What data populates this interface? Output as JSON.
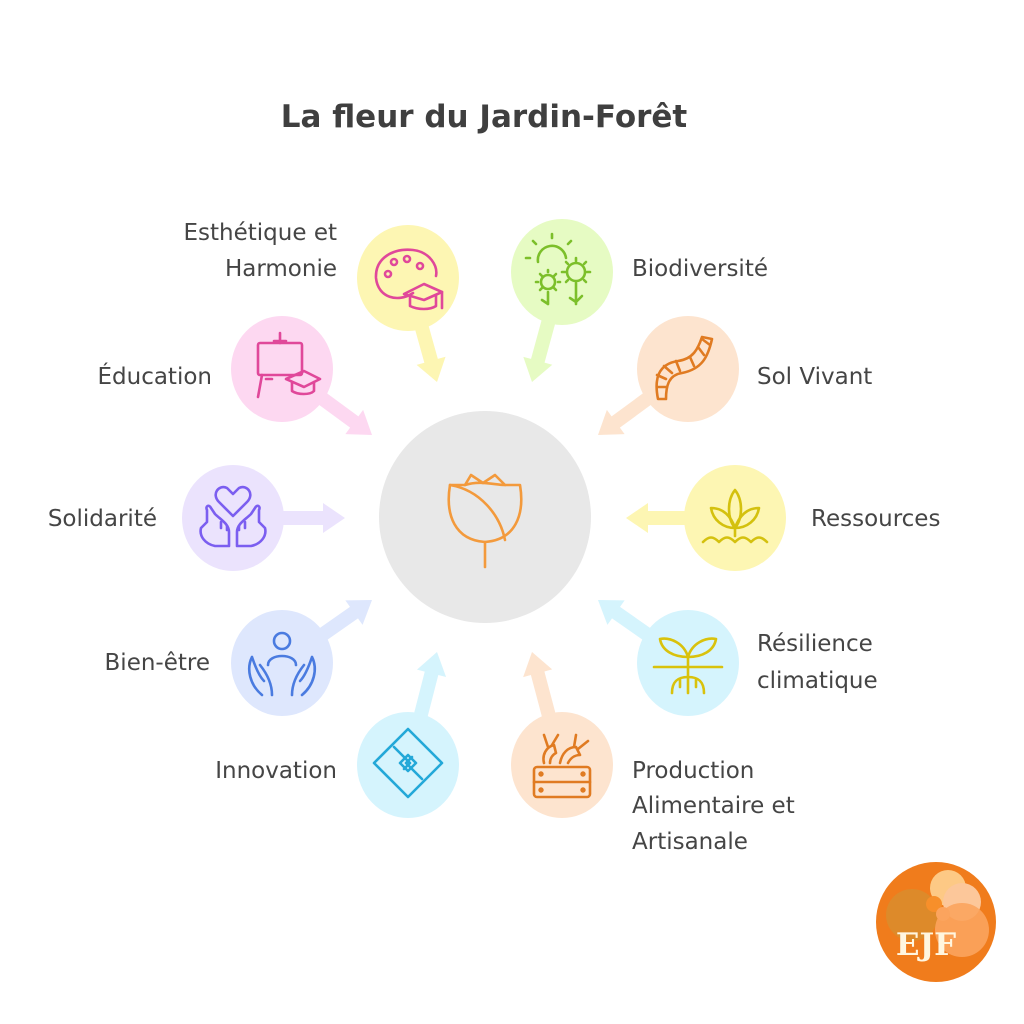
{
  "title": "La fleur du Jardin-Forêt",
  "center": {
    "icon": "rose-icon",
    "fill": "#e8e8e8",
    "stroke": "#f39a3c"
  },
  "petals": [
    {
      "id": "esthetique",
      "lines": [
        "Esthétique et",
        "Harmonie"
      ],
      "icon": "palette-graduation-icon",
      "fill": "#fdf6b3",
      "stroke": "#e0489a"
    },
    {
      "id": "biodiversite",
      "lines": [
        "Biodiversité"
      ],
      "icon": "sun-flowers-icon",
      "fill": "#e6fbc3",
      "stroke": "#7cbf2a"
    },
    {
      "id": "sol",
      "lines": [
        "Sol Vivant"
      ],
      "icon": "worm-icon",
      "fill": "#fde4cf",
      "stroke": "#e07b22"
    },
    {
      "id": "ressources",
      "lines": [
        "Ressources"
      ],
      "icon": "plant-water-icon",
      "fill": "#fdf6b3",
      "stroke": "#d4c10e"
    },
    {
      "id": "resilience",
      "lines": [
        "Résilience",
        "climatique"
      ],
      "icon": "sprout-roots-icon",
      "fill": "#d5f4fd",
      "stroke": "#d9c20c"
    },
    {
      "id": "production",
      "lines": [
        "Production",
        "Alimentaire et",
        "Artisanale"
      ],
      "icon": "vegetable-crate-icon",
      "fill": "#fde4cf",
      "stroke": "#e07b22"
    },
    {
      "id": "innovation",
      "lines": [
        "Innovation"
      ],
      "icon": "diamond-logo-icon",
      "fill": "#d5f4fd",
      "stroke": "#23a8d8"
    },
    {
      "id": "bienetre",
      "lines": [
        "Bien-être"
      ],
      "icon": "person-hands-icon",
      "fill": "#dee7fd",
      "stroke": "#4a7be0"
    },
    {
      "id": "solidarite",
      "lines": [
        "Solidarité"
      ],
      "icon": "heart-hands-icon",
      "fill": "#ebe3fd",
      "stroke": "#7b5ef0"
    },
    {
      "id": "education",
      "lines": [
        "Éducation"
      ],
      "icon": "board-graduation-icon",
      "fill": "#fdd8f1",
      "stroke": "#e0489a"
    }
  ],
  "logo": {
    "text": "EJF",
    "fill": "#f07c1c"
  }
}
